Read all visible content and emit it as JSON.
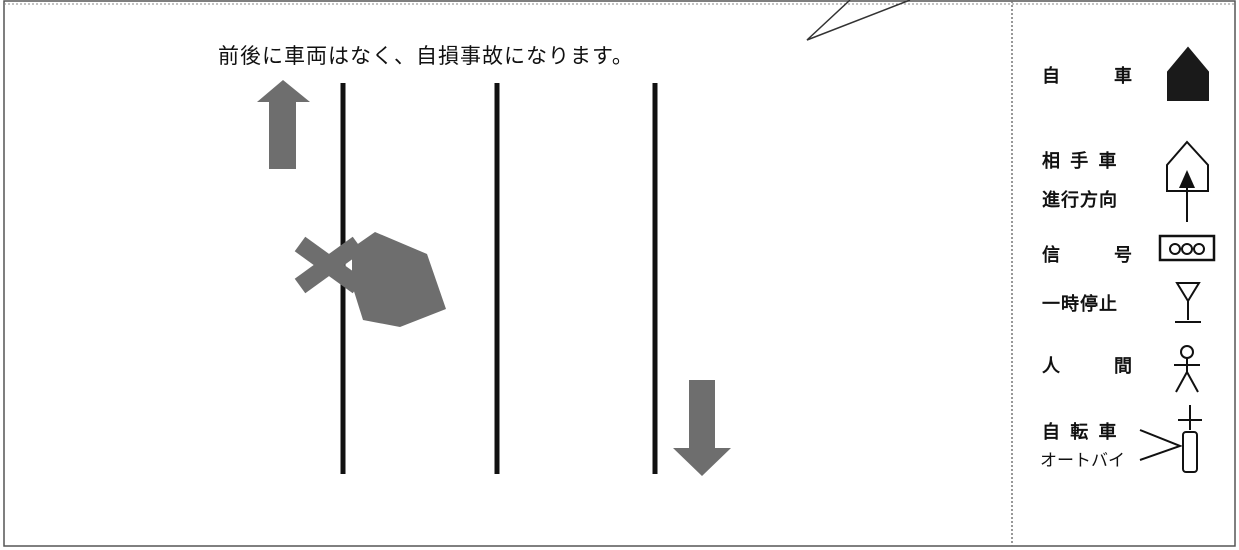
{
  "callout": {
    "text": "前後に車両はなく、自損事故になります。"
  },
  "legend": {
    "own_vehicle": "自　車",
    "other_vehicle": "相 手 車",
    "direction": "進行方向",
    "signal": "信　号",
    "stop_sign": "一時停止",
    "person": "人　間",
    "bicycle": "自 転 車",
    "motorcycle": "オートバイ"
  },
  "colors": {
    "vehicle_fill": "#6e6e6e",
    "arrow_fill": "#6e6e6e",
    "own_vehicle_icon": "#1a1a1a",
    "line": "#111111"
  },
  "icons": {
    "own_vehicle": "filled-house-shape-icon",
    "other_vehicle": "outline-house-shape-icon",
    "direction": "up-arrow-icon",
    "signal": "traffic-light-icon",
    "stop_sign": "stop-sign-icon",
    "person": "stick-figure-icon",
    "bicycle": "bicycle-icon"
  }
}
